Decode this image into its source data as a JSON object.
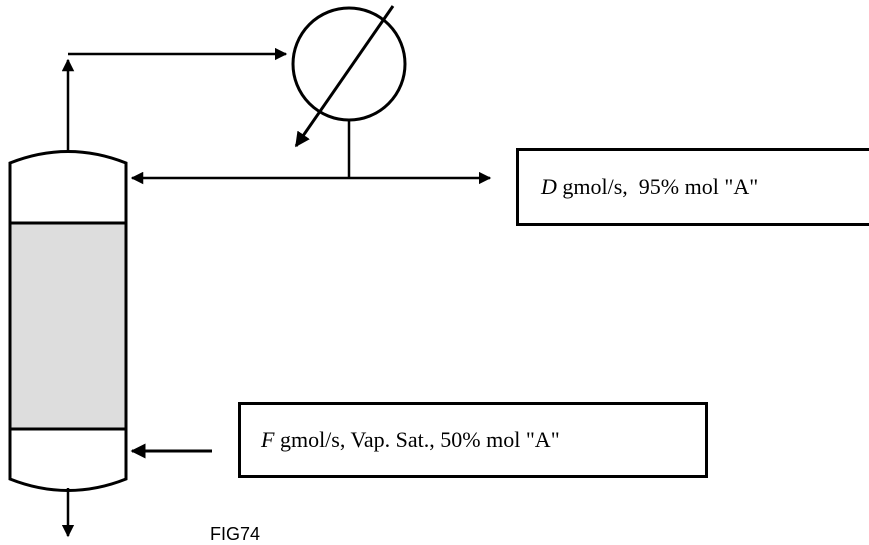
{
  "distillate": {
    "symbol": "D",
    "text": " gmol/s,  95% mol \"A\""
  },
  "feed": {
    "symbol": "F",
    "text": " gmol/s, Vap. Sat., 50% mol \"A\""
  },
  "figure_label": "FIG74",
  "colors": {
    "line": "#000000",
    "packing_fill": "#dddddd",
    "background": "#ffffff"
  }
}
